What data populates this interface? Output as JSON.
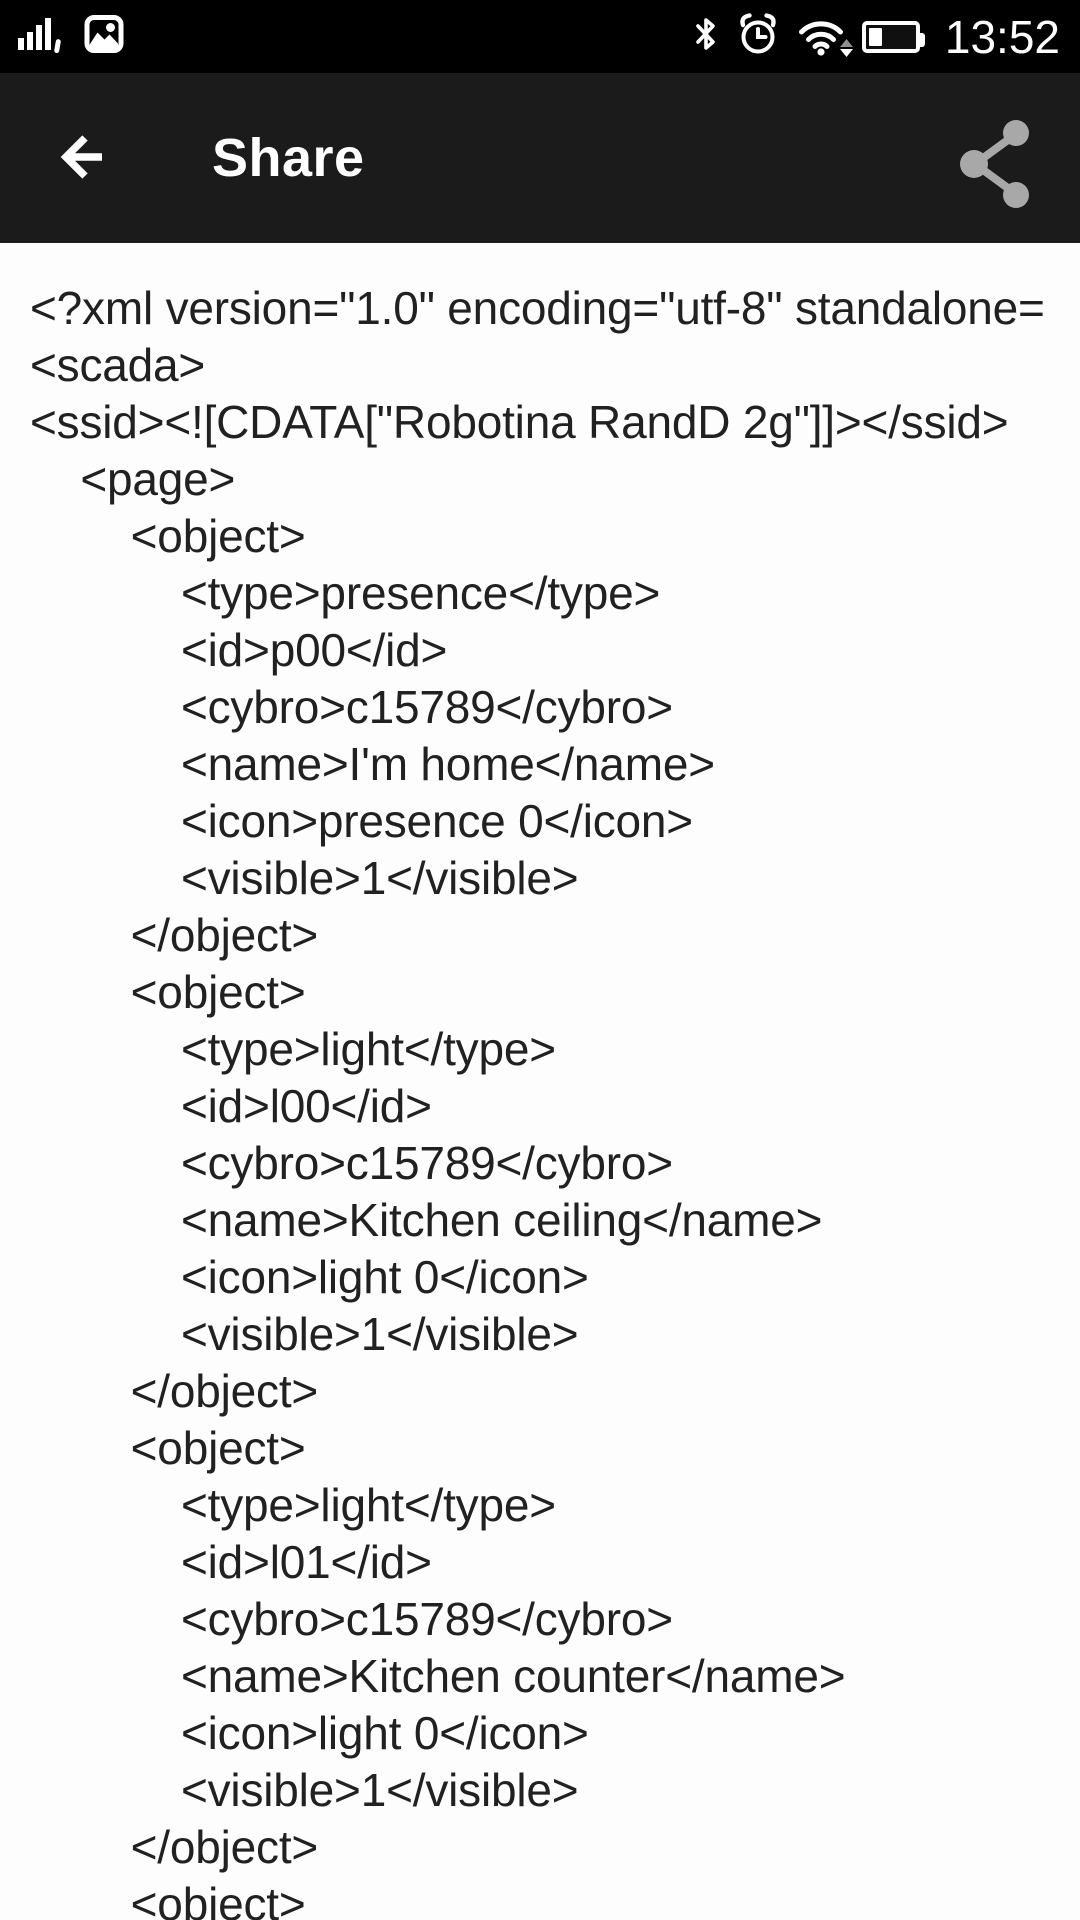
{
  "colors": {
    "status-bar-bg": "#000000",
    "header-bg": "#1b1b1b",
    "header-title": "#ffffff",
    "share-icon": "#a8a8a8",
    "body-bg": "#fdfdfd",
    "body-text": "#212121"
  },
  "status_bar": {
    "time": "13:52",
    "battery_fill": 0.3,
    "icons_left": [
      {
        "name": "signal-strength-icon"
      },
      {
        "name": "photo-notification-icon"
      }
    ],
    "icons_right": [
      {
        "name": "bluetooth-icon"
      },
      {
        "name": "alarm-icon"
      },
      {
        "name": "wifi-icon"
      },
      {
        "name": "network-activity-arrows-icon"
      },
      {
        "name": "battery-icon"
      }
    ]
  },
  "header": {
    "title": "Share",
    "back_icon": "arrow-left-icon",
    "share_icon": "share-icon"
  },
  "content": {
    "xml_lines": [
      "<?xml version=\"1.0\" encoding=\"utf-8\" standalone=",
      "<scada>",
      "<ssid><![CDATA[\"Robotina RandD 2g\"]]></ssid>",
      "    <page>",
      "        <object>",
      "            <type>presence</type>",
      "            <id>p00</id>",
      "            <cybro>c15789</cybro>",
      "            <name>I'm home</name>",
      "            <icon>presence 0</icon>",
      "            <visible>1</visible>",
      "        </object>",
      "        <object>",
      "            <type>light</type>",
      "            <id>l00</id>",
      "            <cybro>c15789</cybro>",
      "            <name>Kitchen ceiling</name>",
      "            <icon>light 0</icon>",
      "            <visible>1</visible>",
      "        </object>",
      "        <object>",
      "            <type>light</type>",
      "            <id>l01</id>",
      "            <cybro>c15789</cybro>",
      "            <name>Kitchen counter</name>",
      "            <icon>light 0</icon>",
      "            <visible>1</visible>",
      "        </object>",
      "        <object>"
    ]
  }
}
